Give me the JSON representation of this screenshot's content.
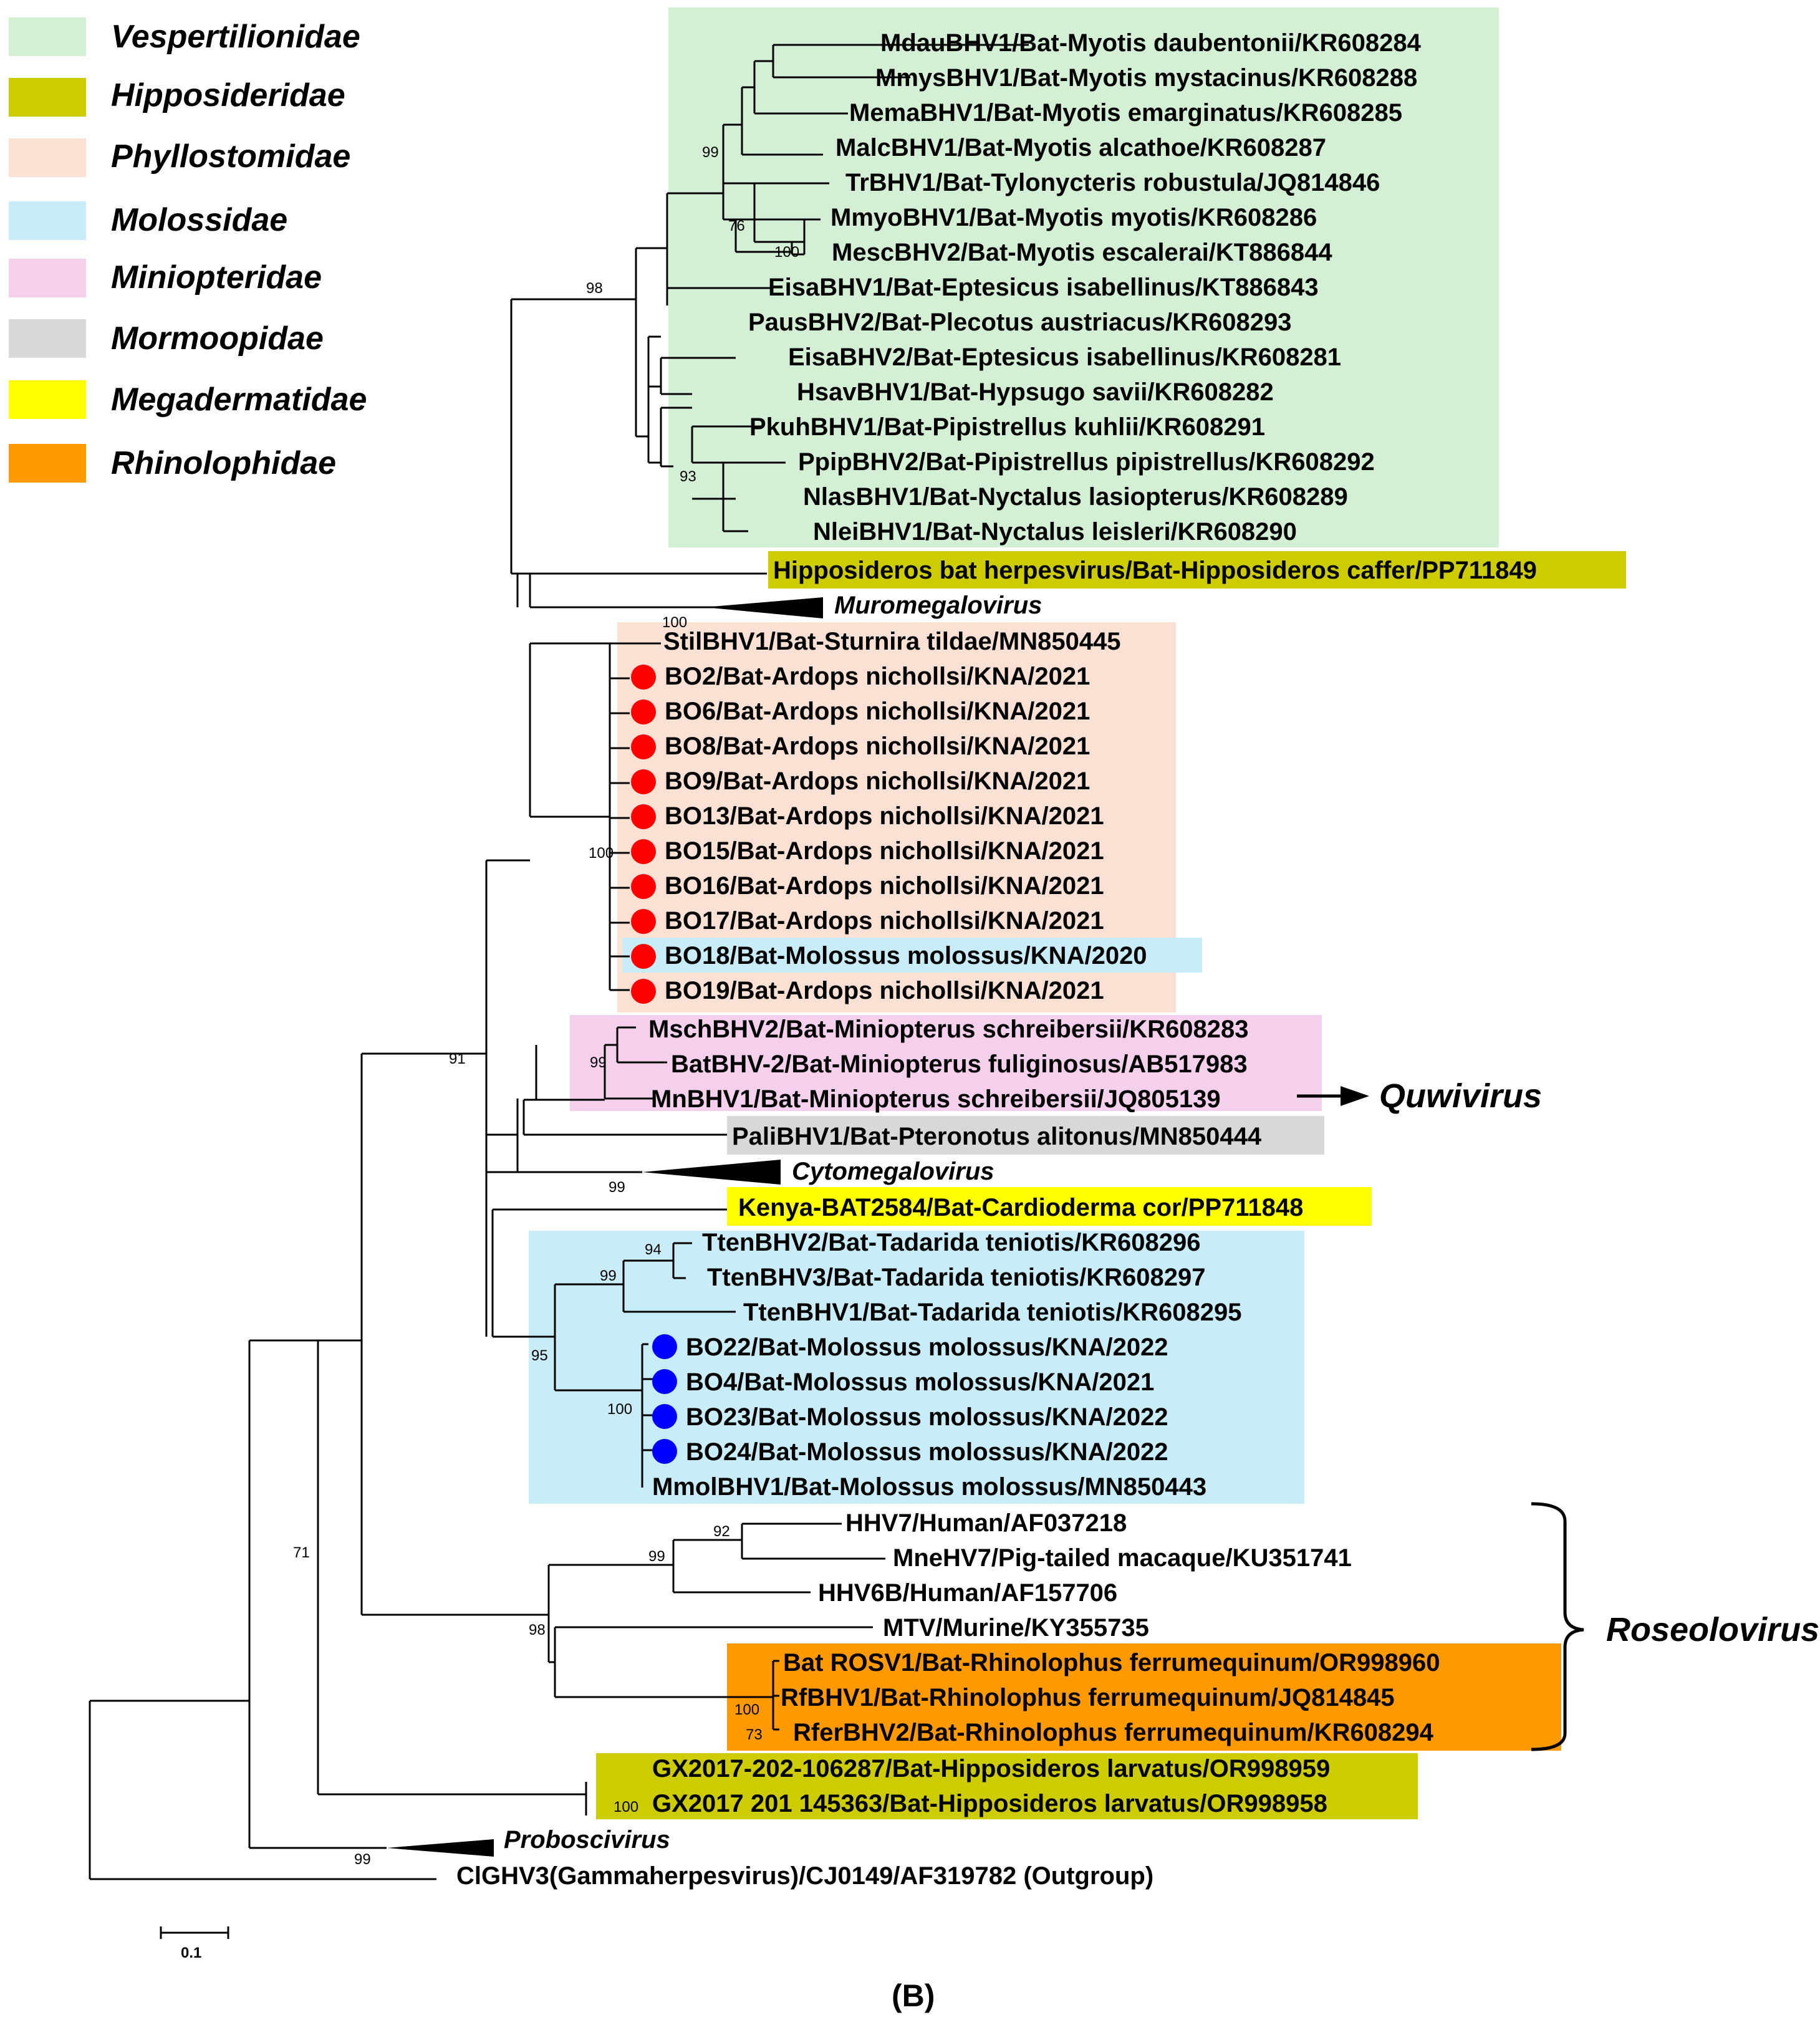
{
  "legend": [
    {
      "label": "Vespertilionidae",
      "color": "#d4f0d4"
    },
    {
      "label": "Hipposideridae",
      "color": "#cccc00"
    },
    {
      "label": "Phyllostomidae",
      "color": "#fbe0d4"
    },
    {
      "label": "Molossidae",
      "color": "#c8ecf8"
    },
    {
      "label": "Miniopteridae",
      "color": "#f4d0ec"
    },
    {
      "label": "Mormoopidae",
      "color": "#d8d8d8"
    },
    {
      "label": "Megadermatidae",
      "color": "#ffff00"
    },
    {
      "label": "Rhinolophidae",
      "color": "#ff9900"
    }
  ],
  "leaves": [
    "MdauBHV1/Bat-Myotis daubentonii/KR608284",
    "MmysBHV1/Bat-Myotis mystacinus/KR608288",
    "MemaBHV1/Bat-Myotis emarginatus/KR608285",
    "MalcBHV1/Bat-Myotis alcathoe/KR608287",
    "TrBHV1/Bat-Tylonycteris robustula/JQ814846",
    "MmyoBHV1/Bat-Myotis myotis/KR608286",
    "MescBHV2/Bat-Myotis escalerai/KT886844",
    "EisaBHV1/Bat-Eptesicus isabellinus/KT886843",
    "PausBHV2/Bat-Plecotus austriacus/KR608293",
    "EisaBHV2/Bat-Eptesicus isabellinus/KR608281",
    "HsavBHV1/Bat-Hypsugo savii/KR608282",
    "PkuhBHV1/Bat-Pipistrellus kuhlii/KR608291",
    "PpipBHV2/Bat-Pipistrellus pipistrellus/KR608292",
    "NlasBHV1/Bat-Nyctalus lasiopterus/KR608289",
    "NleiBHV1/Bat-Nyctalus leisleri/KR608290",
    "Hipposideros bat herpesvirus/Bat-Hipposideros caffer/PP711849",
    "Muromegalovirus",
    "StilBHV1/Bat-Sturnira tildae/MN850445",
    "BO2/Bat-Ardops nichollsi/KNA/2021",
    "BO6/Bat-Ardops nichollsi/KNA/2021",
    "BO8/Bat-Ardops nichollsi/KNA/2021",
    "BO9/Bat-Ardops nichollsi/KNA/2021",
    "BO13/Bat-Ardops nichollsi/KNA/2021",
    "BO15/Bat-Ardops nichollsi/KNA/2021",
    "BO16/Bat-Ardops nichollsi/KNA/2021",
    "BO17/Bat-Ardops nichollsi/KNA/2021",
    "BO18/Bat-Molossus molossus/KNA/2020",
    "BO19/Bat-Ardops nichollsi/KNA/2021",
    "MschBHV2/Bat-Miniopterus schreibersii/KR608283",
    "BatBHV-2/Bat-Miniopterus fuliginosus/AB517983",
    "MnBHV1/Bat-Miniopterus schreibersii/JQ805139",
    "PaliBHV1/Bat-Pteronotus alitonus/MN850444",
    "Cytomegalovirus",
    "Kenya-BAT2584/Bat-Cardioderma cor/PP711848",
    "TtenBHV2/Bat-Tadarida teniotis/KR608296",
    "TtenBHV3/Bat-Tadarida teniotis/KR608297",
    "TtenBHV1/Bat-Tadarida teniotis/KR608295",
    "BO22/Bat-Molossus molossus/KNA/2022",
    "BO4/Bat-Molossus molossus/KNA/2021",
    "BO23/Bat-Molossus molossus/KNA/2022",
    "BO24/Bat-Molossus molossus/KNA/2022",
    "MmolBHV1/Bat-Molossus molossus/MN850443",
    "HHV7/Human/AF037218",
    "MneHV7/Pig-tailed macaque/KU351741",
    "HHV6B/Human/AF157706",
    "MTV/Murine/KY355735",
    "Bat ROSV1/Bat-Rhinolophus ferrumequinum/OR998960",
    "RfBHV1/Bat-Rhinolophus ferrumequinum/JQ814845",
    "RferBHV2/Bat-Rhinolophus ferrumequinum/KR608294",
    "GX2017-202-106287/Bat-Hipposideros larvatus/OR998959",
    "GX2017 201 145363/Bat-Hipposideros larvatus/OR998958",
    "Proboscivirus",
    "ClGHV3(Gammaherpesvirus)/CJ0149/AF319782 (Outgroup)"
  ],
  "bootstrap": [
    "99",
    "76",
    "100",
    "98",
    "93",
    "100",
    "100",
    "99",
    "91",
    "99",
    "94",
    "99",
    "95",
    "100",
    "92",
    "99",
    "98",
    "100",
    "73",
    "71",
    "100",
    "99"
  ],
  "annotations": {
    "quwivirus": "Quwivirus",
    "roseolovirus": "Roseolovirus"
  },
  "scale_bar": "0.1",
  "panel_label": "(B)",
  "marker_colors": {
    "red": "#ff0000",
    "blue": "#0000ff"
  }
}
